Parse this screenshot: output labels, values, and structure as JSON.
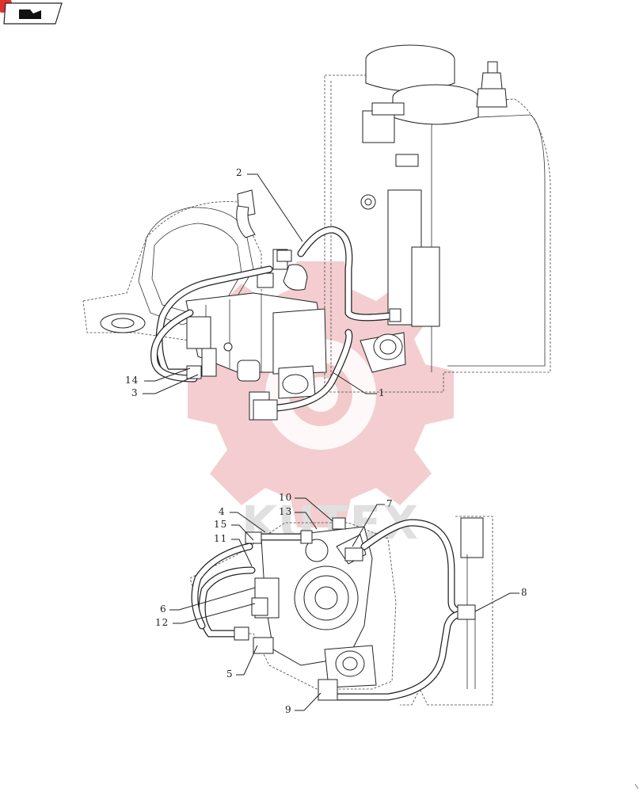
{
  "page": {
    "background": "#ffffff",
    "line_color": "#222222"
  },
  "badge": {
    "icon": "book-icon",
    "color": "#e0322a"
  },
  "watermark": {
    "text": "KUTEX",
    "color": "#e9a4a7"
  },
  "callouts_upper": [
    "2",
    "1",
    "14",
    "3"
  ],
  "callouts_lower": [
    "10",
    "13",
    "4",
    "7",
    "15",
    "11",
    "6",
    "12",
    "8",
    "5",
    "9"
  ]
}
